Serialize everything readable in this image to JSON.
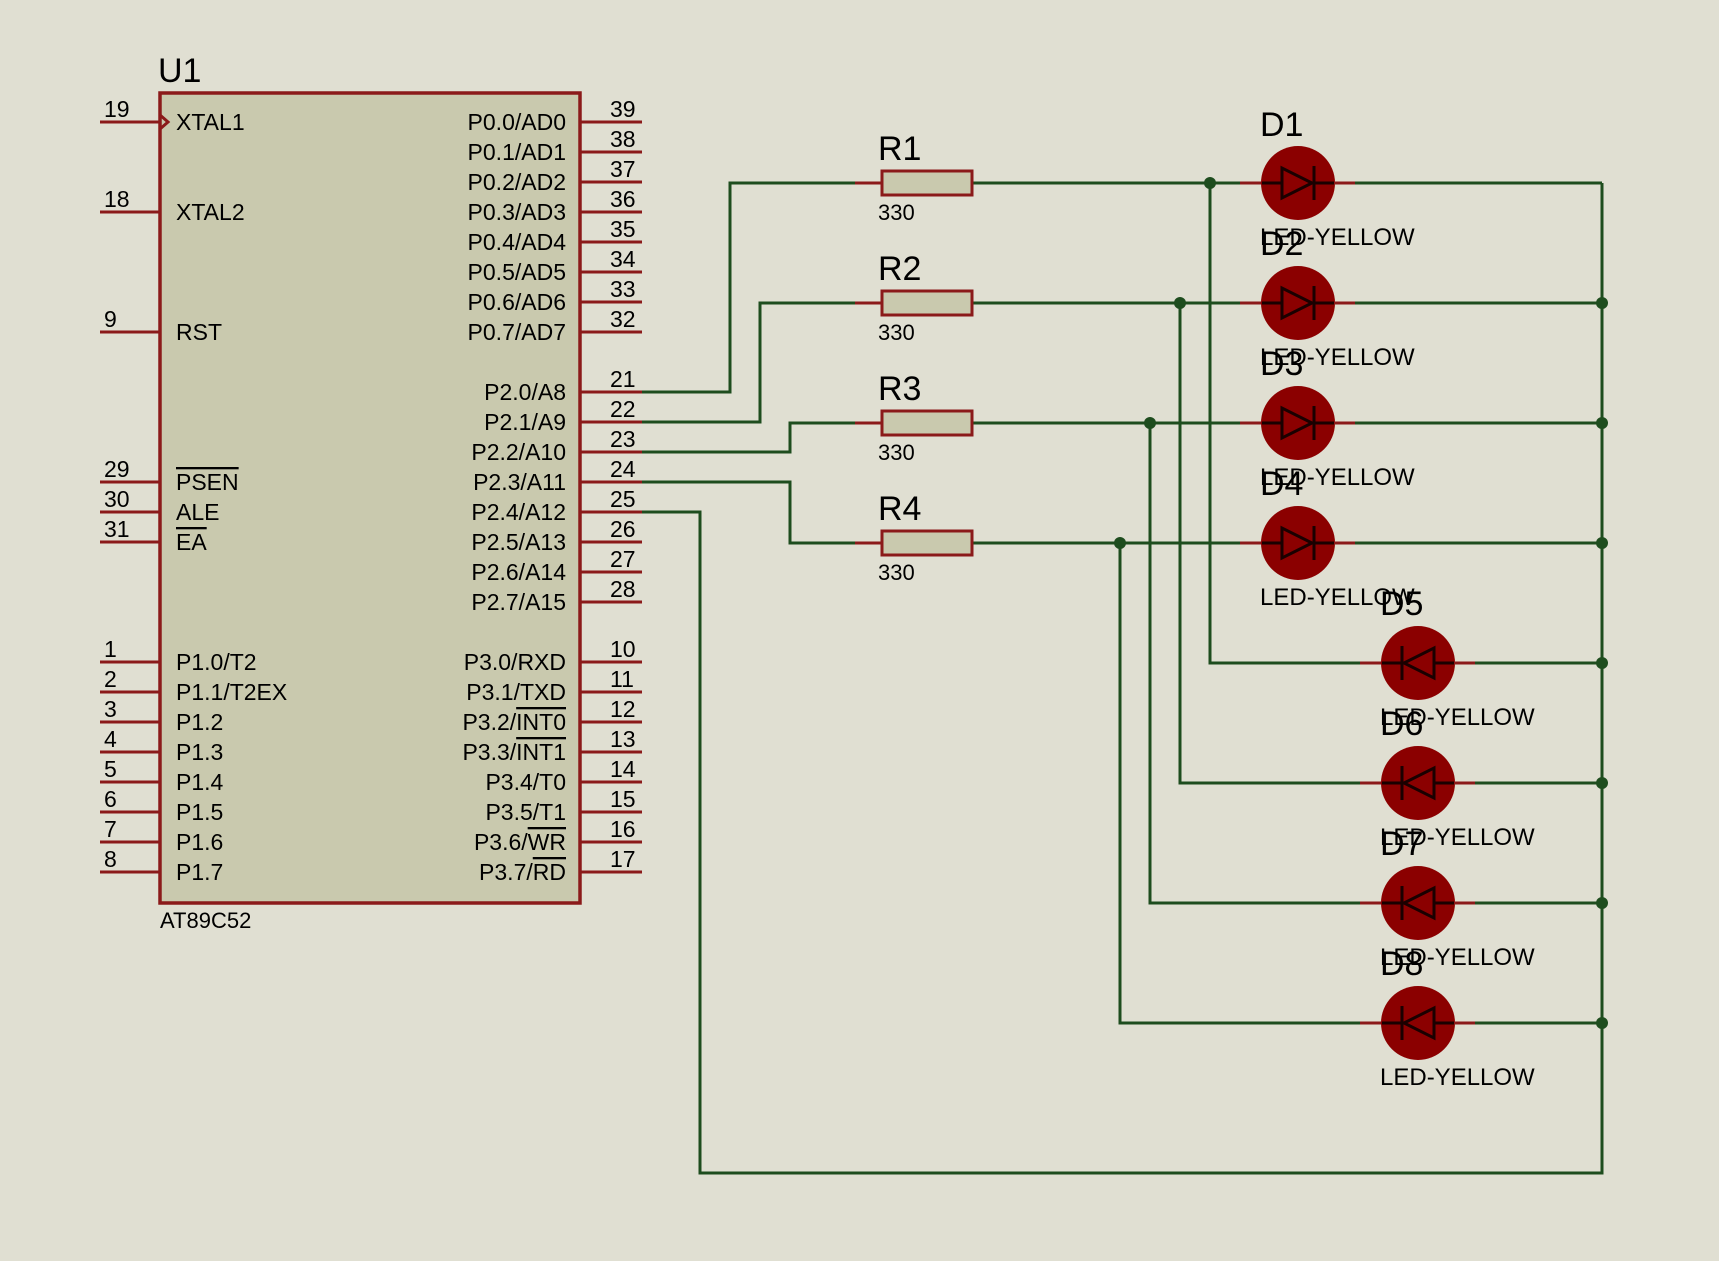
{
  "chip": {
    "ref": "U1",
    "part": "AT89C52",
    "left_pins": [
      {
        "num": "19",
        "name": "XTAL1",
        "clock": true
      },
      {
        "num": "18",
        "name": "XTAL2"
      },
      {
        "num": "9",
        "name": "RST"
      },
      {
        "num": "29",
        "name": "PSEN",
        "overline": true
      },
      {
        "num": "30",
        "name": "ALE"
      },
      {
        "num": "31",
        "name": "EA",
        "overline": true
      },
      {
        "num": "1",
        "name": "P1.0/T2"
      },
      {
        "num": "2",
        "name": "P1.1/T2EX"
      },
      {
        "num": "3",
        "name": "P1.2"
      },
      {
        "num": "4",
        "name": "P1.3"
      },
      {
        "num": "5",
        "name": "P1.4"
      },
      {
        "num": "6",
        "name": "P1.5"
      },
      {
        "num": "7",
        "name": "P1.6"
      },
      {
        "num": "8",
        "name": "P1.7"
      }
    ],
    "right_pins": [
      {
        "num": "39",
        "name": "P0.0/AD0"
      },
      {
        "num": "38",
        "name": "P0.1/AD1"
      },
      {
        "num": "37",
        "name": "P0.2/AD2"
      },
      {
        "num": "36",
        "name": "P0.3/AD3"
      },
      {
        "num": "35",
        "name": "P0.4/AD4"
      },
      {
        "num": "34",
        "name": "P0.5/AD5"
      },
      {
        "num": "33",
        "name": "P0.6/AD6"
      },
      {
        "num": "32",
        "name": "P0.7/AD7"
      },
      {
        "num": "21",
        "name": "P2.0/A8"
      },
      {
        "num": "22",
        "name": "P2.1/A9"
      },
      {
        "num": "23",
        "name": "P2.2/A10"
      },
      {
        "num": "24",
        "name": "P2.3/A11"
      },
      {
        "num": "25",
        "name": "P2.4/A12"
      },
      {
        "num": "26",
        "name": "P2.5/A13"
      },
      {
        "num": "27",
        "name": "P2.6/A14"
      },
      {
        "num": "28",
        "name": "P2.7/A15"
      },
      {
        "num": "10",
        "name": "P3.0/RXD"
      },
      {
        "num": "11",
        "name": "P3.1/TXD"
      },
      {
        "num": "12",
        "name": "P3.2/",
        "over": "INT0"
      },
      {
        "num": "13",
        "name": "P3.3/",
        "over": "INT1"
      },
      {
        "num": "14",
        "name": "P3.4/T0"
      },
      {
        "num": "15",
        "name": "P3.5/T1"
      },
      {
        "num": "16",
        "name": "P3.6/",
        "over": "WR"
      },
      {
        "num": "17",
        "name": "P3.7/",
        "over": "RD"
      }
    ]
  },
  "resistors": [
    {
      "ref": "R1",
      "value": "330"
    },
    {
      "ref": "R2",
      "value": "330"
    },
    {
      "ref": "R3",
      "value": "330"
    },
    {
      "ref": "R4",
      "value": "330"
    }
  ],
  "leds": [
    {
      "ref": "D1",
      "value": "LED-YELLOW"
    },
    {
      "ref": "D2",
      "value": "LED-YELLOW"
    },
    {
      "ref": "D3",
      "value": "LED-YELLOW"
    },
    {
      "ref": "D4",
      "value": "LED-YELLOW"
    },
    {
      "ref": "D5",
      "value": "LED-YELLOW"
    },
    {
      "ref": "D6",
      "value": "LED-YELLOW"
    },
    {
      "ref": "D7",
      "value": "LED-YELLOW"
    },
    {
      "ref": "D8",
      "value": "LED-YELLOW"
    }
  ],
  "colors": {
    "background": "#e0dfd2",
    "component_outline": "#8b1a1a",
    "component_fill": "#c9c9ae",
    "wire": "#1e4d1e",
    "led_fill": "#8b0000"
  }
}
